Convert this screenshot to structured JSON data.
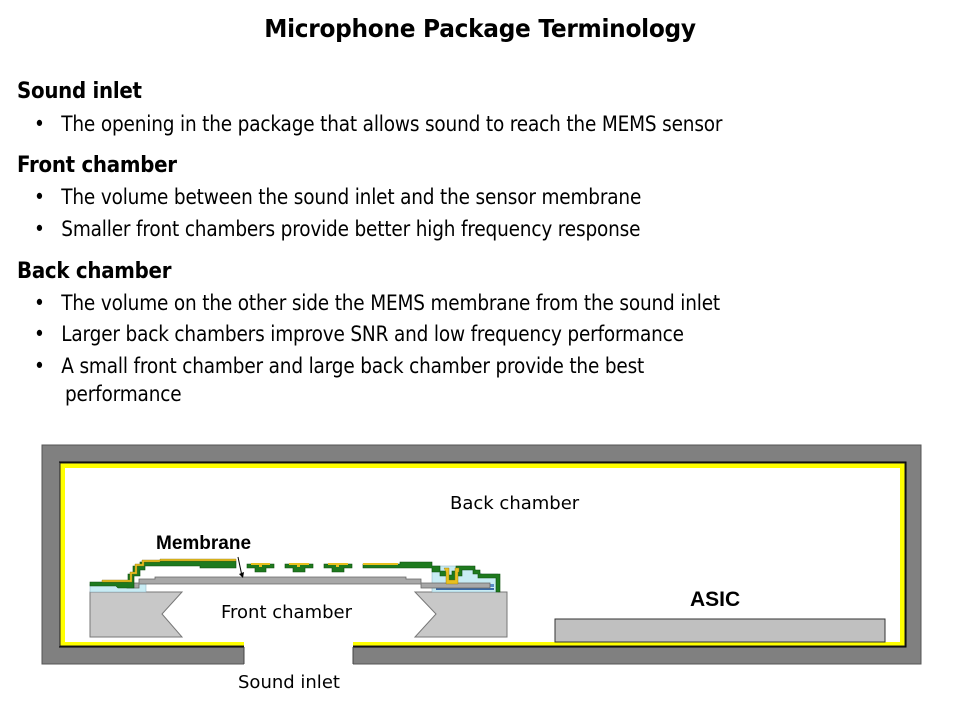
{
  "slide": {
    "title": "Microphone Package Terminology",
    "sections": [
      {
        "heading": "Sound inlet",
        "bullets": [
          "The opening in the package that allows sound to reach the MEMS sensor"
        ]
      },
      {
        "heading": "Front chamber",
        "bullets": [
          "The volume between the sound inlet and the sensor membrane",
          "Smaller front chambers provide better high frequency response"
        ]
      },
      {
        "heading": "Back chamber",
        "bullets": [
          "The volume on the other side the MEMS membrane from the sound inlet",
          "Larger back chambers improve SNR and low frequency performance",
          "A small front chamber and large back chamber provide the best",
          "performance"
        ]
      }
    ],
    "bullet_glyph": "•"
  },
  "diagram": {
    "labels": {
      "back_chamber": "Back chamber",
      "membrane": "Membrane",
      "front_chamber": "Front chamber",
      "asic": "ASIC",
      "sound_inlet": "Sound inlet"
    },
    "colors": {
      "package": "#808080",
      "lid_lining": "#ffff00",
      "substrate": "#c8c8c8",
      "membrane": "#a8a8a8",
      "backplate": "#1e7a1e",
      "metal": "#e8c020",
      "oxide": "#c8ecf4",
      "asic": "#c0c0c0"
    }
  }
}
